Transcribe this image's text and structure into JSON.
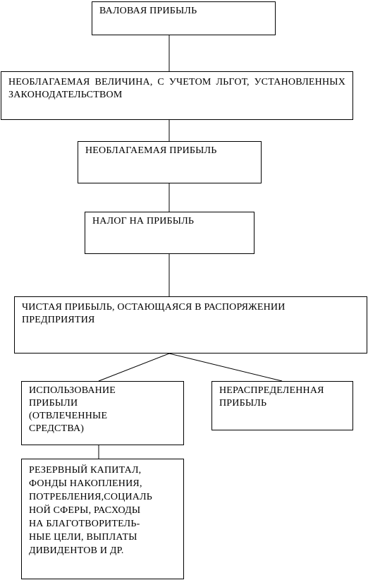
{
  "diagram": {
    "nodes": {
      "gross_profit": "ВАЛОВАЯ ПРИБЫЛЬ",
      "non_taxable_amount": "НЕОБЛАГАЕМАЯ ВЕЛИЧИНА, С УЧЕТОМ ЛЬГОТ, УСТАНОВЛЕННЫХ ЗАКОНОДАТЕЛЬСТВОМ",
      "non_taxable_profit": "НЕОБЛАГАЕМАЯ ПРИБЫЛЬ",
      "profit_tax": "НАЛОГ НА ПРИБЫЛЬ",
      "net_profit": "ЧИСТАЯ ПРИБЫЛЬ, ОСТАЮЩАЯСЯ В РАСПОРЯЖЕНИИ ПРЕДПРИЯТИЯ",
      "profit_use": "ИСПОЛЬЗОВАНИЕ\nПРИБЫЛИ\n(ОТВЛЕЧЕННЫЕ\nСРЕДСТВА)",
      "retained_profit": "НЕРАСПРЕДЕЛЕННАЯ\nПРИБЫЛЬ",
      "allocation": "РЕЗЕРВНЫЙ КАПИТАЛ,\nФОНДЫ НАКОПЛЕНИЯ,\nПОТРЕБЛЕНИЯ,СОЦИАЛЬ\nНОЙ СФЕРЫ, РАСХОДЫ\nНА БЛАГОТВОРИТЕЛЬ-\nНЫЕ ЦЕЛИ, ВЫПЛАТЫ\nДИВИДЕНТОВ И ДР."
    }
  }
}
